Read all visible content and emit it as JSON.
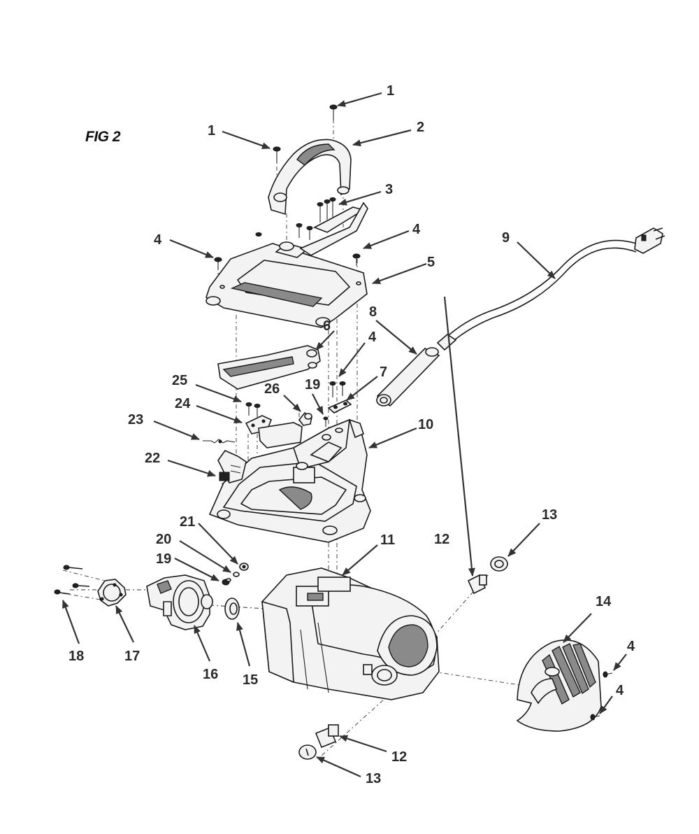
{
  "figure": {
    "title": "FIG 2"
  },
  "callouts": [
    {
      "label": "1"
    },
    {
      "label": "1"
    },
    {
      "label": "2"
    },
    {
      "label": "3"
    },
    {
      "label": "4"
    },
    {
      "label": "4"
    },
    {
      "label": "5"
    },
    {
      "label": "9"
    },
    {
      "label": "8"
    },
    {
      "label": "6"
    },
    {
      "label": "4"
    },
    {
      "label": "7"
    },
    {
      "label": "25"
    },
    {
      "label": "26"
    },
    {
      "label": "19"
    },
    {
      "label": "24"
    },
    {
      "label": "23"
    },
    {
      "label": "10"
    },
    {
      "label": "22"
    },
    {
      "label": "21"
    },
    {
      "label": "20"
    },
    {
      "label": "19"
    },
    {
      "label": "13"
    },
    {
      "label": "12"
    },
    {
      "label": "11"
    },
    {
      "label": "14"
    },
    {
      "label": "18"
    },
    {
      "label": "17"
    },
    {
      "label": "16"
    },
    {
      "label": "15"
    },
    {
      "label": "4"
    },
    {
      "label": "4"
    },
    {
      "label": "12"
    },
    {
      "label": "13"
    }
  ]
}
